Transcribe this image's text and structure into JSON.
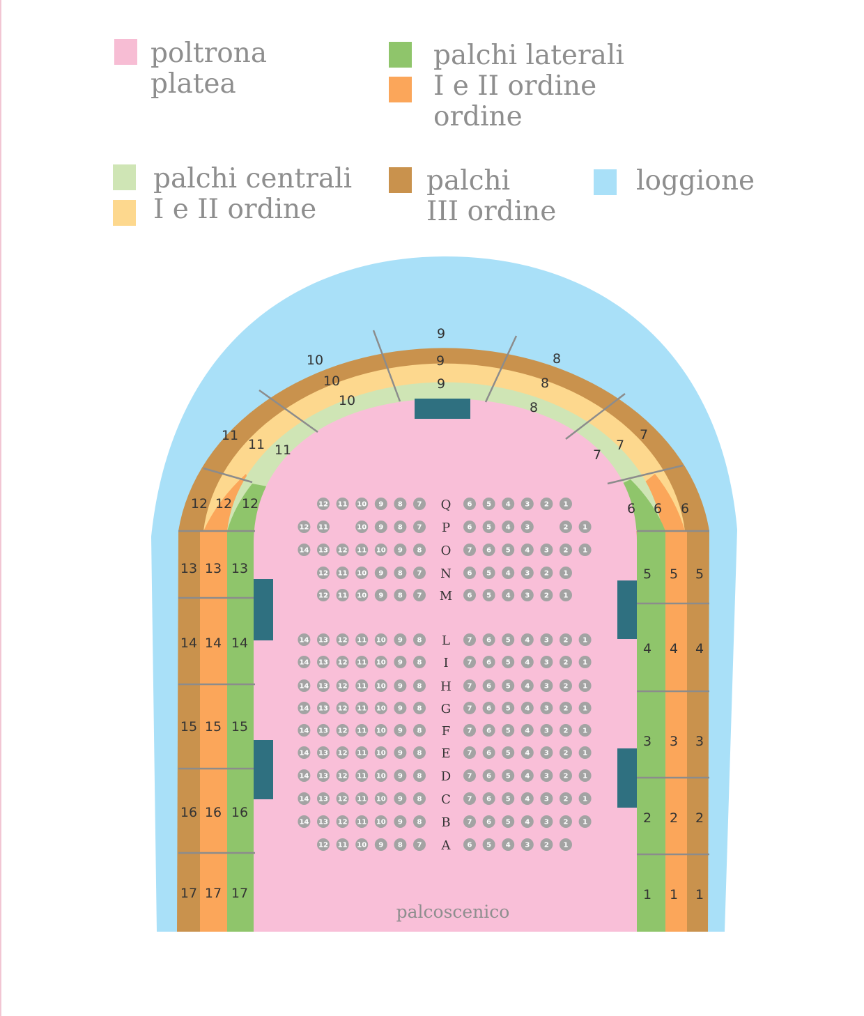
{
  "legend": [
    {
      "id": "poltrona",
      "lines": [
        "poltrona",
        "platea"
      ],
      "color": "#f7bdd4"
    },
    {
      "id": "laterali",
      "lines": [
        "palchi laterali",
        "I e II ordine",
        "ordine"
      ],
      "colors": [
        "#8fc56b",
        "#fba65a"
      ]
    },
    {
      "id": "centrali",
      "lines": [
        "palchi centrali",
        "I e II ordine"
      ],
      "colors": [
        "#cfe5b5",
        "#fdd88e"
      ]
    },
    {
      "id": "terzo",
      "lines": [
        "palchi",
        "III ordine"
      ],
      "color": "#c9924d"
    },
    {
      "id": "loggione",
      "lines": [
        "loggione"
      ],
      "color": "#a9e0f8"
    }
  ],
  "colors": {
    "loggione": "#a9e0f8",
    "palchi_iii": "#c9924d",
    "palchi_centrali_ii": "#fdd88e",
    "palchi_centrali_i": "#cfe5b5",
    "palchi_laterali_ii": "#fba65a",
    "palchi_laterali_i": "#8fc56b",
    "platea": "#f9bfd8",
    "pillar": "#2f7080",
    "seat": "#a3a3a3",
    "divider": "#8c8c8c"
  },
  "arc_boxes": {
    "outer": [
      "12",
      "11",
      "10",
      "9",
      "8",
      "7",
      "6"
    ],
    "middle": [
      "12",
      "11",
      "10",
      "9",
      "8",
      "7",
      "6"
    ],
    "inner": [
      "12",
      "11",
      "10",
      "9",
      "8",
      "7",
      "6"
    ]
  },
  "left_boxes": [
    "13",
    "14",
    "15",
    "16",
    "17"
  ],
  "right_boxes": [
    "5",
    "4",
    "3",
    "2",
    "1"
  ],
  "rows": [
    {
      "letter": "Q",
      "left": [
        "12",
        "11",
        "10",
        "9",
        "8",
        "7"
      ],
      "right": [
        "6",
        "5",
        "4",
        "3",
        "2",
        "1"
      ]
    },
    {
      "letter": "P",
      "left": [
        "12",
        "11",
        "",
        "10",
        "9",
        "8",
        "7"
      ],
      "right": [
        "6",
        "5",
        "4",
        "3",
        "",
        "2",
        "1"
      ]
    },
    {
      "letter": "O",
      "left": [
        "14",
        "13",
        "12",
        "11",
        "10",
        "9",
        "8"
      ],
      "right": [
        "7",
        "6",
        "5",
        "4",
        "3",
        "2",
        "1"
      ]
    },
    {
      "letter": "N",
      "left": [
        "12",
        "11",
        "10",
        "9",
        "8",
        "7"
      ],
      "right": [
        "6",
        "5",
        "4",
        "3",
        "2",
        "1"
      ]
    },
    {
      "letter": "M",
      "left": [
        "12",
        "11",
        "10",
        "9",
        "8",
        "7"
      ],
      "right": [
        "6",
        "5",
        "4",
        "3",
        "2",
        "1"
      ]
    },
    {
      "letter": "L",
      "left": [
        "14",
        "13",
        "12",
        "11",
        "10",
        "9",
        "8"
      ],
      "right": [
        "7",
        "6",
        "5",
        "4",
        "3",
        "2",
        "1"
      ]
    },
    {
      "letter": "I",
      "left": [
        "14",
        "13",
        "12",
        "11",
        "10",
        "9",
        "8"
      ],
      "right": [
        "7",
        "6",
        "5",
        "4",
        "3",
        "2",
        "1"
      ]
    },
    {
      "letter": "H",
      "left": [
        "14",
        "13",
        "12",
        "11",
        "10",
        "9",
        "8"
      ],
      "right": [
        "7",
        "6",
        "5",
        "4",
        "3",
        "2",
        "1"
      ]
    },
    {
      "letter": "G",
      "left": [
        "14",
        "13",
        "12",
        "11",
        "10",
        "9",
        "8"
      ],
      "right": [
        "7",
        "6",
        "5",
        "4",
        "3",
        "2",
        "1"
      ]
    },
    {
      "letter": "F",
      "left": [
        "14",
        "13",
        "12",
        "11",
        "10",
        "9",
        "8"
      ],
      "right": [
        "7",
        "6",
        "5",
        "4",
        "3",
        "2",
        "1"
      ]
    },
    {
      "letter": "E",
      "left": [
        "14",
        "13",
        "12",
        "11",
        "10",
        "9",
        "8"
      ],
      "right": [
        "7",
        "6",
        "5",
        "4",
        "3",
        "2",
        "1"
      ]
    },
    {
      "letter": "D",
      "left": [
        "14",
        "13",
        "12",
        "11",
        "10",
        "9",
        "8"
      ],
      "right": [
        "7",
        "6",
        "5",
        "4",
        "3",
        "2",
        "1"
      ]
    },
    {
      "letter": "C",
      "left": [
        "14",
        "13",
        "12",
        "11",
        "10",
        "9",
        "8"
      ],
      "right": [
        "7",
        "6",
        "5",
        "4",
        "3",
        "2",
        "1"
      ]
    },
    {
      "letter": "B",
      "left": [
        "14",
        "13",
        "12",
        "11",
        "10",
        "9",
        "8"
      ],
      "right": [
        "7",
        "6",
        "5",
        "4",
        "3",
        "2",
        "1"
      ]
    },
    {
      "letter": "A",
      "left": [
        "12",
        "11",
        "10",
        "9",
        "8",
        "7"
      ],
      "right": [
        "6",
        "5",
        "4",
        "3",
        "2",
        "1"
      ]
    }
  ],
  "stage_label": "palcoscenico"
}
